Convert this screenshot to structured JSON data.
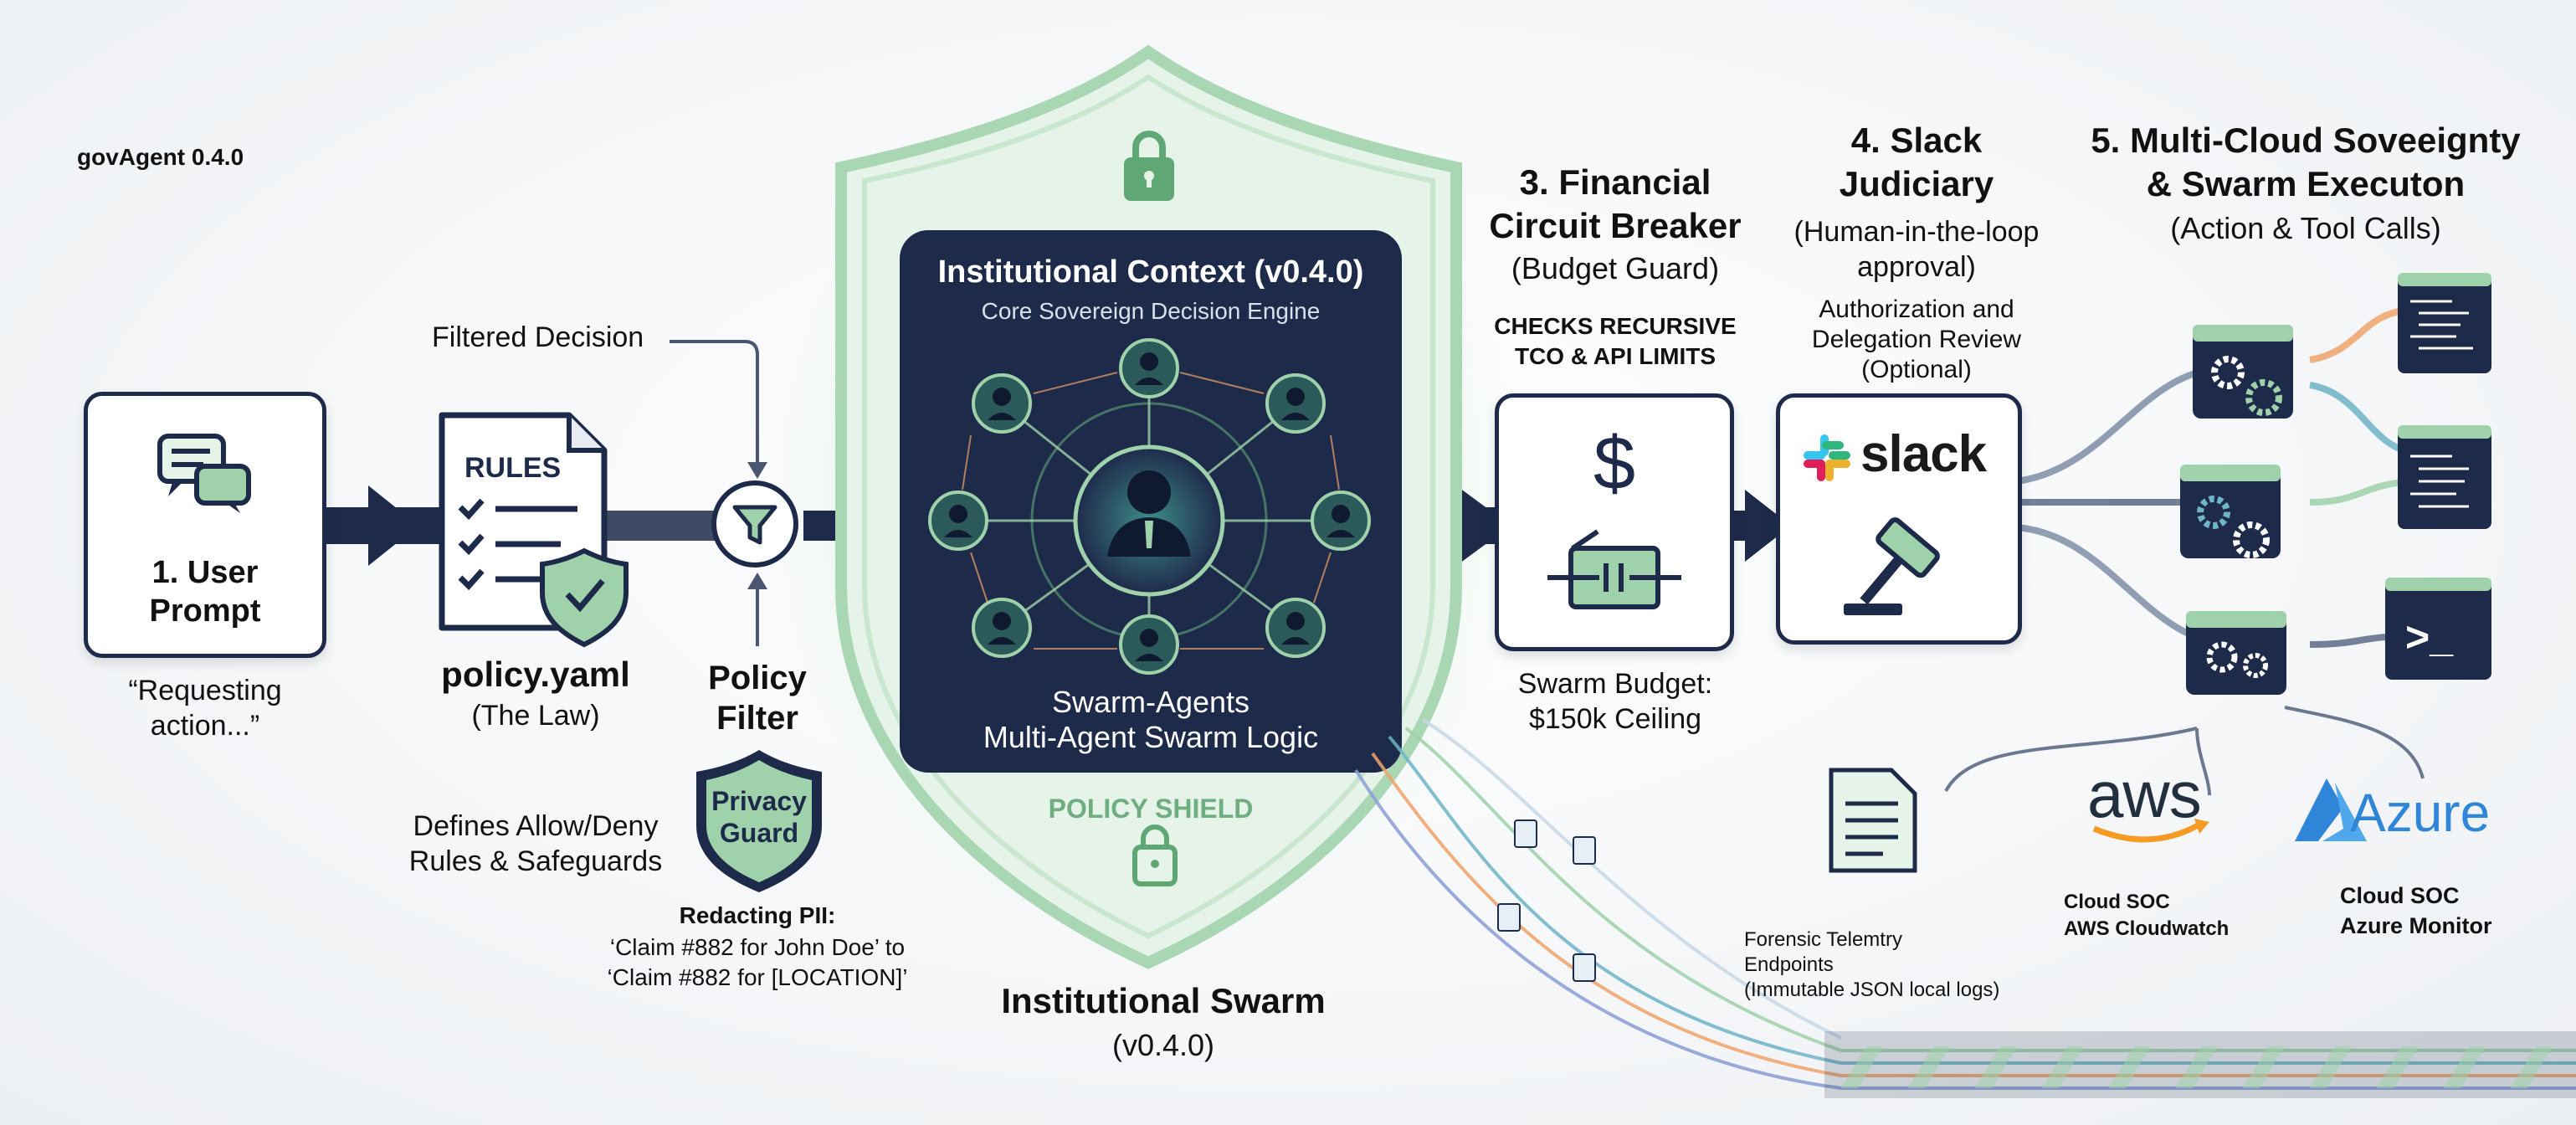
{
  "app_label": "govAgent 0.4.0",
  "user_prompt": {
    "title_line1": "1. User",
    "title_line2": "Prompt",
    "caption_line1": "“Requesting",
    "caption_line2": "action...”"
  },
  "policy_yaml": {
    "doc_label": "RULES",
    "title": "policy.yaml",
    "subtitle": "(The Law)",
    "desc_line1": "Defines Allow/Deny",
    "desc_line2": "Rules & Safeguards"
  },
  "filtered_decision": "Filtered Decision",
  "policy_filter": {
    "title_line1": "Policy",
    "title_line2": "Filter"
  },
  "privacy_guard": {
    "line1": "Privacy",
    "line2": "Guard",
    "redact_title": "Redacting PII:",
    "redact_line1": "‘Claim #882 for John Doe’ to",
    "redact_line2": "‘Claim #882 for [LOCATION]’"
  },
  "institutional_context": {
    "title": "Institutional Context (v0.4.0)",
    "subtitle": "Core Sovereign Decision Engine",
    "swarm_line1": "Swarm-Agents",
    "swarm_line2": "Multi-Agent Swarm Logic"
  },
  "policy_shield": "POLICY SHIELD",
  "institutional_swarm": {
    "title": "Institutional Swarm",
    "version": "(v0.4.0)"
  },
  "financial": {
    "title_line1": "3. Financial",
    "title_line2": "Circuit Breaker",
    "subtitle": "(Budget Guard)",
    "checks_line1": "CHECKS RECURSIVE",
    "checks_line2": "TCO & API LIMITS",
    "symbol": "$",
    "budget_line1": "Swarm Budget:",
    "budget_line2": "$150k Ceiling"
  },
  "slack": {
    "title_line1": "4. Slack",
    "title_line2": "Judiciary",
    "sub_line1": "(Human-in-the-loop",
    "sub_line2": "approval)",
    "auth_line1": "Authorization and",
    "auth_line2": "Delegation Review",
    "auth_line3": "(Optional)",
    "logo_text": "slack"
  },
  "multicloud": {
    "title_line1": "5. Multi-Cloud Soveeignty",
    "title_line2": "& Swarm Executon",
    "subtitle": "(Action & Tool Calls)"
  },
  "forensic": {
    "line1": "Forensic Telemtry",
    "line2": "Endpoints",
    "line3": "(Immutable JSON local logs)"
  },
  "aws": {
    "logo": "aws",
    "line1": "Cloud SOC",
    "line2": "AWS Cloudwatch"
  },
  "azure": {
    "logo": "Azure",
    "line1": "Cloud SOC",
    "line2": "Azure Monitor"
  },
  "terminal_prompt": ">_",
  "colors": {
    "navy": "#1e2a4a",
    "shield_green": "#9fd2aa",
    "accent_green": "#5fa876",
    "aws_orange": "#f59a23",
    "azure_blue": "#2f86d8"
  }
}
